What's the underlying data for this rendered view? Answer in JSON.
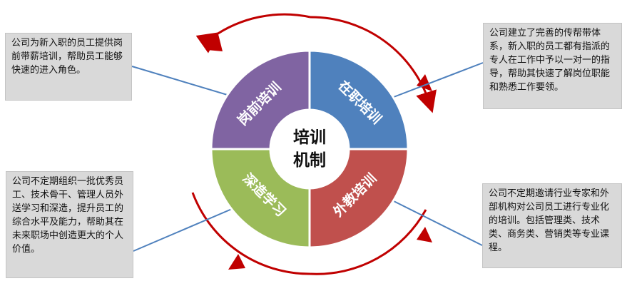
{
  "center": {
    "line1": "培训",
    "line2": "机制"
  },
  "segments": {
    "top_left": {
      "label": "岗前培训",
      "color": "#8064a2"
    },
    "top_right": {
      "label": "在职培训",
      "color": "#4f81bd"
    },
    "bottom_right": {
      "label": "外教培训",
      "color": "#c0504d"
    },
    "bottom_left": {
      "label": "深造学习",
      "color": "#9bbb59"
    }
  },
  "callouts": {
    "top_left": "公司为新入职的员工提供岗前带薪培训，帮助员工能够快速的进入角色。",
    "top_right": "公司建立了完善的传帮带体系，新入职的员工都有指派的专人在工作中予以一对一的指导，帮助其快速了解岗位职能和熟悉工作要领。",
    "bottom_left": "公司不定期组织一批优秀员工、技术骨干、管理人员外送学习和深造，提升员工的综合水平及能力，帮助其在未来职场中创造更大的个人价值。",
    "bottom_right": "公司不定期邀请行业专家和外部机构对公司员工进行专业化的培训。包括管理类、技术类、商务类、营销类等专业课程。"
  },
  "colors": {
    "cycle_arrow": "#c00000",
    "connector": "#4f81bd",
    "callout_bg": "#d9d9d9"
  }
}
